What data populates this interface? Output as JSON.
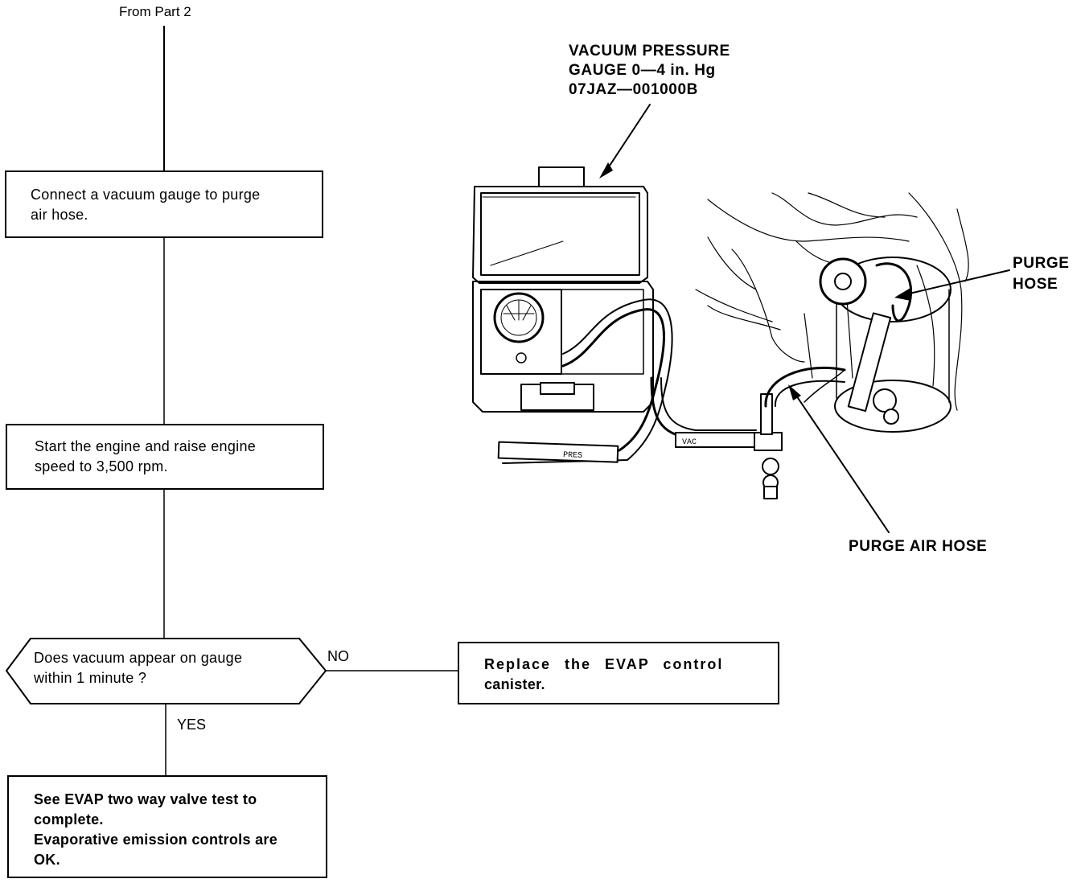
{
  "flow": {
    "from_label": "From Part 2",
    "step1": {
      "lines": [
        "Connect a vacuum gauge to purge",
        "air hose."
      ]
    },
    "step2": {
      "lines": [
        "Start the engine and raise engine",
        "speed to 3,500 rpm."
      ]
    },
    "decision": {
      "lines": [
        "Does vacuum appear on gauge",
        "within 1 minute ?"
      ],
      "no_label": "NO",
      "yes_label": "YES"
    },
    "no_result": {
      "lines": [
        "Replace the EVAP control",
        "canister."
      ]
    },
    "yes_result": {
      "lines": [
        "See EVAP two way valve test to",
        "complete.",
        "Evaporative emission controls are",
        "OK."
      ]
    }
  },
  "illustration": {
    "gauge_label": [
      "VACUUM PRESSURE",
      "GAUGE 0—4 in. Hg",
      "07JAZ—001000B"
    ],
    "purge_hose_label": [
      "PURGE",
      "HOSE"
    ],
    "purge_air_hose_label": "PURGE AIR HOSE",
    "hose_tag_1": "PRES",
    "hose_tag_2": "VAC"
  }
}
